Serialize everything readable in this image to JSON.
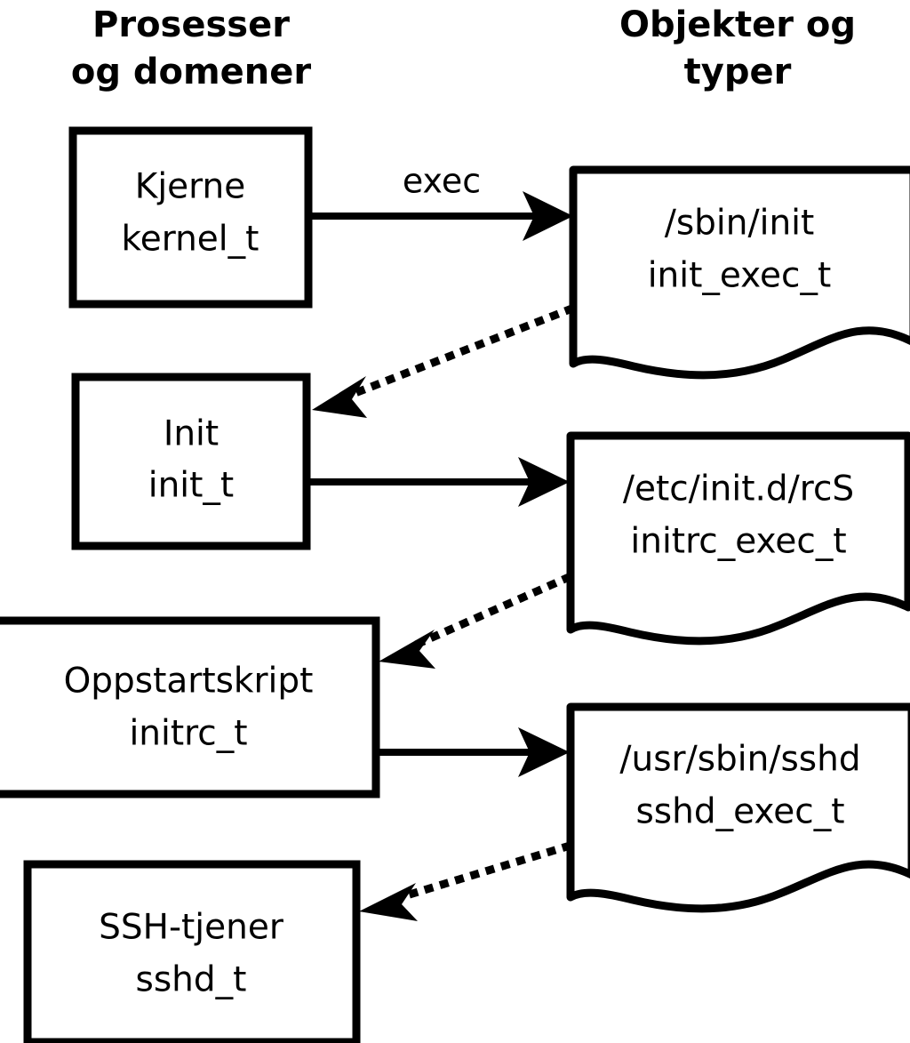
{
  "diagram": {
    "title_left": "Prosesser\nog domener",
    "columns": [
      {
        "id": "processes",
        "line1": "Prosesser",
        "line2": "og domener"
      },
      {
        "id": "objects",
        "line1": "Objekter og",
        "line2": "typer"
      }
    ],
    "process_nodes": [
      {
        "id": "kernel",
        "line1": "Kjerne",
        "line2": "kernel_t"
      },
      {
        "id": "init",
        "line1": "Init",
        "line2": "init_t"
      },
      {
        "id": "initrc",
        "line1": "Oppstartskript",
        "line2": "initrc_t"
      },
      {
        "id": "sshd",
        "line1": "SSH-tjener",
        "line2": "sshd_t"
      }
    ],
    "object_nodes": [
      {
        "id": "init_exec",
        "line1": "/sbin/init",
        "line2": "init_exec_t"
      },
      {
        "id": "initrc_exec",
        "line1": "/etc/init.d/rcS",
        "line2": "initrc_exec_t"
      },
      {
        "id": "sshd_exec",
        "line1": "/usr/sbin/sshd",
        "line2": "sshd_exec_t"
      }
    ],
    "edges": [
      {
        "id": "kernel-exec-init_exec",
        "label": "exec",
        "style": "solid",
        "from": "kernel",
        "to": "init_exec"
      },
      {
        "id": "init_exec-transition-init",
        "label": "",
        "style": "dotted",
        "from": "init_exec",
        "to": "init"
      },
      {
        "id": "init-exec-initrc_exec",
        "label": "",
        "style": "solid",
        "from": "init",
        "to": "initrc_exec"
      },
      {
        "id": "initrc_exec-transition-initrc",
        "label": "",
        "style": "dotted",
        "from": "initrc_exec",
        "to": "initrc"
      },
      {
        "id": "initrc-exec-sshd_exec",
        "label": "",
        "style": "solid",
        "from": "initrc",
        "to": "sshd_exec"
      },
      {
        "id": "sshd_exec-transition-sshd",
        "label": "",
        "style": "dotted",
        "from": "sshd_exec",
        "to": "sshd"
      }
    ],
    "colors": {
      "background": "#ffffff",
      "stroke": "#000000",
      "fill": "#ffffff"
    }
  }
}
